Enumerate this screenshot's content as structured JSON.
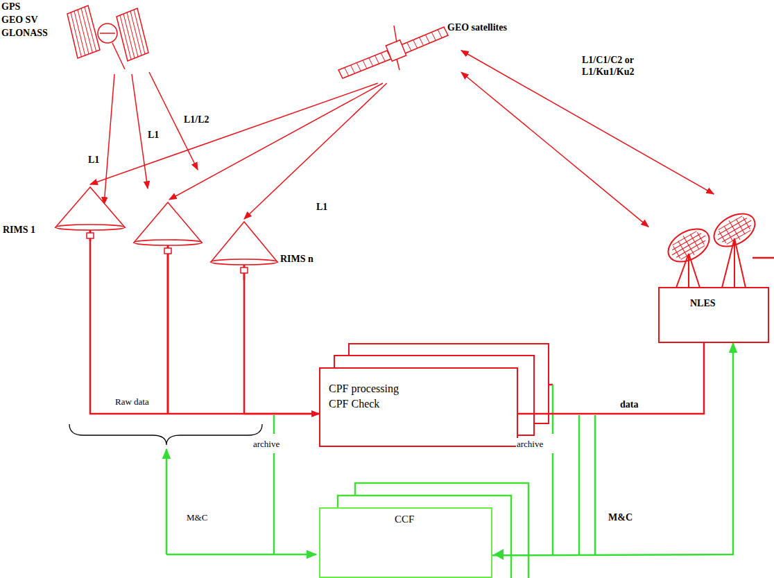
{
  "diagram": {
    "nodes": [
      {
        "text": [
          "GPS",
          "GEO SV",
          "GLONASS"
        ]
      },
      {
        "text": [
          "GEO satellites"
        ]
      },
      {
        "text": [
          "RIMS 1"
        ]
      },
      {
        "text": [
          "RIMS n"
        ]
      },
      {
        "text": [
          "CPF processing",
          "CPF Check"
        ]
      },
      {
        "text": [
          "NLES"
        ]
      },
      {
        "text": [
          "CCF"
        ]
      }
    ],
    "edges": [
      {
        "from": 1,
        "to": 2,
        "arrow": "to"
      },
      {
        "from": 1,
        "to": 3,
        "label": "L1",
        "arrow": "to"
      },
      {
        "from": 1,
        "to": 5,
        "label": "L1/C1/C2 or L1/Ku1/Ku2",
        "arrow": "both"
      },
      {
        "from": 1,
        "to": 5,
        "arrow": "both"
      },
      {
        "from": 2,
        "to": 4,
        "arrow": "to"
      },
      {
        "from": 3,
        "to": 4,
        "arrow": "to"
      },
      {
        "from": 4,
        "to": 5,
        "label": "data",
        "arrow": "none"
      },
      {
        "from": 6,
        "to": 5,
        "label": "M&C",
        "arrow": "to"
      }
    ],
    "labels": [
      "L1",
      "L1",
      "L1/L2",
      "Raw data",
      "archive",
      "archive",
      "M&C"
    ]
  }
}
